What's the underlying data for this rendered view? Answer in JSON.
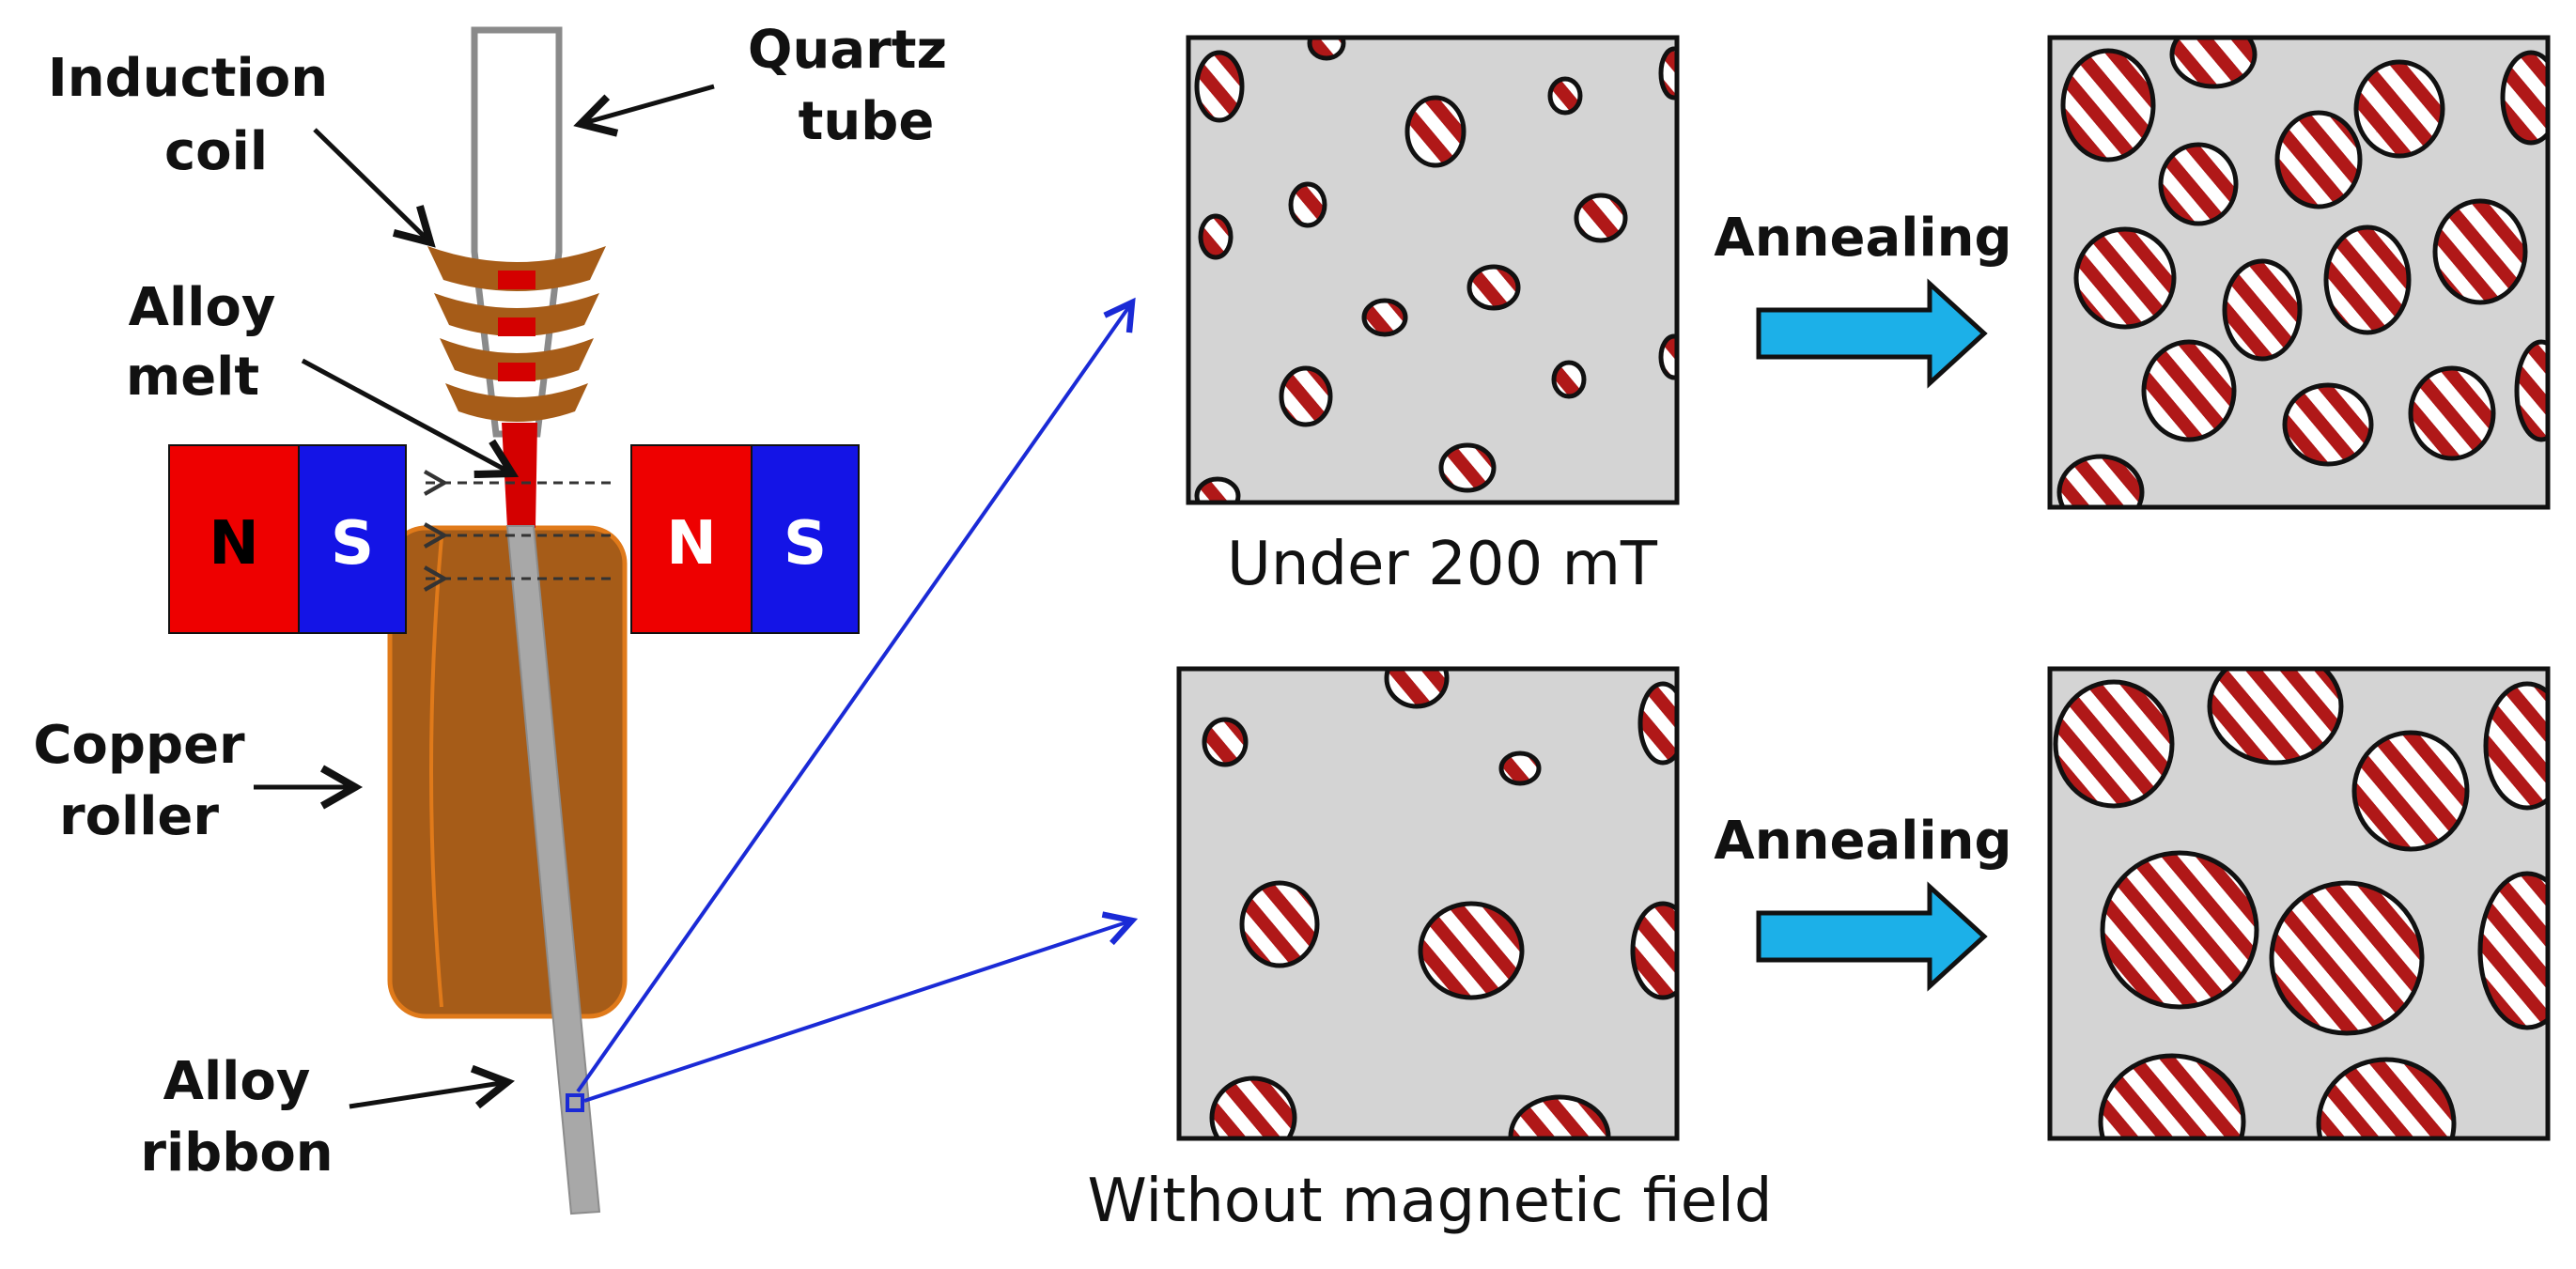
{
  "labels": {
    "induction_coil_1": "Induction",
    "induction_coil_2": "coil",
    "quartz_tube_1": "Quartz",
    "quartz_tube_2": "tube",
    "alloy_melt_1": "Alloy",
    "alloy_melt_2": "melt",
    "copper_roller_1": "Copper",
    "copper_roller_2": "roller",
    "alloy_ribbon_1": "Alloy",
    "alloy_ribbon_2": "ribbon"
  },
  "magnets": {
    "left": {
      "north": "N",
      "south": "S"
    },
    "right": {
      "north": "N",
      "south": "S"
    }
  },
  "panels": {
    "annealing_top": "Annealing",
    "annealing_bottom": "Annealing",
    "caption_top": "Under 200 mT",
    "caption_bottom": "Without magnetic field"
  },
  "colors": {
    "magnet_north": "#ee0000",
    "magnet_south": "#1414e6",
    "copper": "#a65c18",
    "copper_edge": "#e07a1a",
    "coil_red": "#d40000",
    "ribbon_gray": "#a8a8a8",
    "panel_fill": "#d4d4d4",
    "grain_stripe": "#b01818",
    "annealing_arrow": "#1cb0e8",
    "pointer_blue": "#1a2ad6"
  }
}
